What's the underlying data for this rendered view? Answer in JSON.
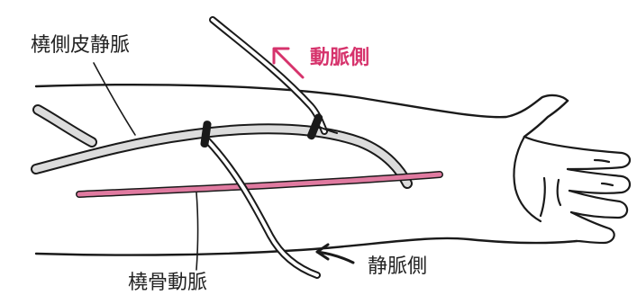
{
  "labels": {
    "cephalic_vein": "橈側皮静脈",
    "artery_side": "動脈側",
    "vein_side": "静脈側",
    "radial_artery": "橈骨動脈"
  },
  "colors": {
    "line": "#1a1a1a",
    "vessel_fill": "#dcdcdc",
    "artery_pink": "#e07aa0",
    "label_black": "#222222",
    "label_pink": "#d6336c"
  }
}
